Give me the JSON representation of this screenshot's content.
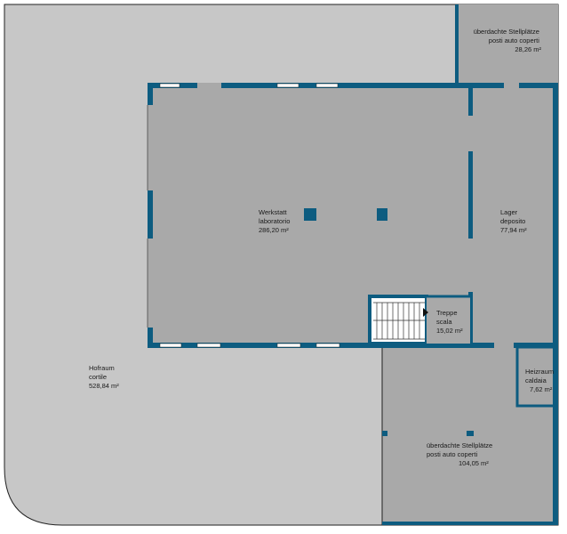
{
  "colors": {
    "outer_ground": "#c7c7c7",
    "interior": "#a9a9a9",
    "wall": "#0d5c80",
    "outline": "#222222",
    "window": "#ffffff",
    "text": "#1a1a1a"
  },
  "rooms": [
    {
      "id": "carport-top",
      "lines": [
        "überdachte Stellplätze",
        "posti auto coperti",
        "28,26 m²"
      ]
    },
    {
      "id": "workshop",
      "lines": [
        "Werkstatt",
        "laboratorio",
        "286,20 m²"
      ]
    },
    {
      "id": "storage",
      "lines": [
        "Lager",
        "deposito",
        "77,94 m²"
      ]
    },
    {
      "id": "stairs",
      "lines": [
        "Treppe",
        "scala",
        "15,02 m²"
      ]
    },
    {
      "id": "courtyard",
      "lines": [
        "Hofraum",
        "cortile",
        "528,84 m²"
      ]
    },
    {
      "id": "boiler-room",
      "lines": [
        "Heizraum",
        "caldaia",
        "7,62 m²"
      ]
    },
    {
      "id": "carport-bottom",
      "lines": [
        "überdachte Stellplätze",
        "posti auto coperti",
        "104,05 m²"
      ]
    }
  ]
}
